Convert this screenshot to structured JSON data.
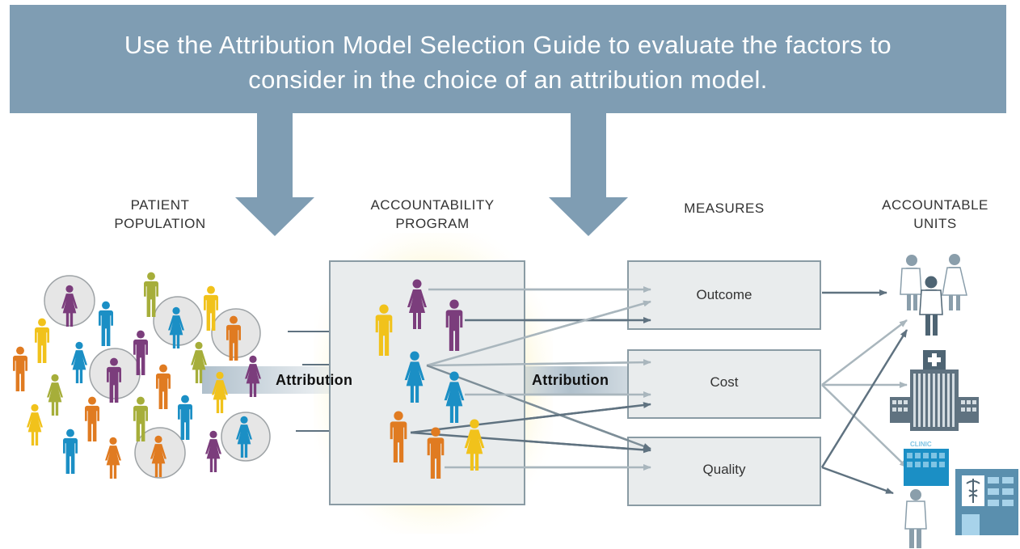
{
  "banner": {
    "line1": "Use the Attribution Model Selection Guide to evaluate the factors to",
    "line2": "consider in the choice of an attribution model."
  },
  "columns": {
    "patient_population": [
      "PATIENT",
      "POPULATION"
    ],
    "accountability_program": [
      "ACCOUNTABILITY",
      "PROGRAM"
    ],
    "measures": [
      "MEASURES"
    ],
    "accountable_units": [
      "ACCOUNTABLE",
      "UNITS"
    ]
  },
  "attribution_labels": [
    "Attribution",
    "Attribution"
  ],
  "measures": [
    "Outcome",
    "Cost",
    "Quality"
  ],
  "clinic_sign": "CLINIC",
  "colors": {
    "banner": "#7f9db3",
    "purple": "#7b3d7c",
    "blue": "#1b8fc5",
    "orange": "#e07b21",
    "yellow": "#f1c21b",
    "olive": "#a6ae3a",
    "arrow_light": "#a9b6bd",
    "arrow_dark": "#5f7280"
  }
}
